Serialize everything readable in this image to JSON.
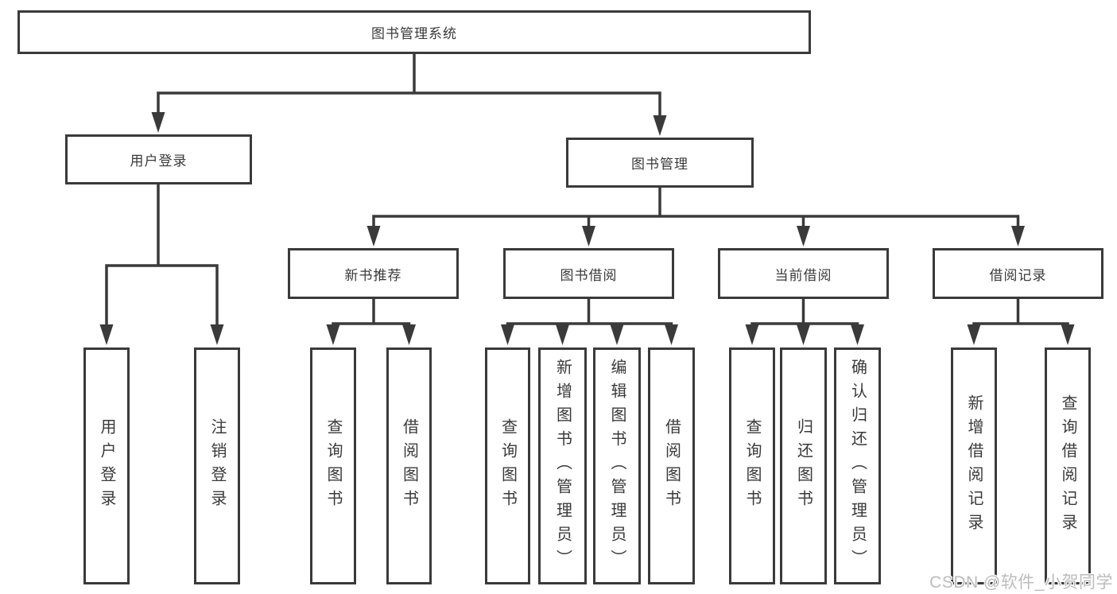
{
  "diagram": {
    "title": "图书管理系统",
    "root": {
      "label": "图书管理系统"
    },
    "level1": [
      {
        "label": "用户登录"
      },
      {
        "label": "图书管理"
      }
    ],
    "level2": [
      {
        "label": "新书推荐",
        "parent": "图书管理"
      },
      {
        "label": "图书借阅",
        "parent": "图书管理"
      },
      {
        "label": "当前借阅",
        "parent": "图书管理"
      },
      {
        "label": "借阅记录",
        "parent": "图书管理"
      }
    ],
    "leaves": [
      {
        "label": "用户登录",
        "parent": "用户登录"
      },
      {
        "label": "注销登录",
        "parent": "用户登录"
      },
      {
        "label": "查询图书",
        "parent": "新书推荐"
      },
      {
        "label": "借阅图书",
        "parent": "新书推荐"
      },
      {
        "label": "查询图书",
        "parent": "图书借阅"
      },
      {
        "label": "新增图书（管理员）",
        "parent": "图书借阅"
      },
      {
        "label": "编辑图书（管理员）",
        "parent": "图书借阅"
      },
      {
        "label": "借阅图书",
        "parent": "图书借阅"
      },
      {
        "label": "查询图书",
        "parent": "当前借阅"
      },
      {
        "label": "归还图书",
        "parent": "当前借阅"
      },
      {
        "label": "确认归还（管理员）",
        "parent": "当前借阅"
      },
      {
        "label": "新增借阅记录",
        "parent": "借阅记录"
      },
      {
        "label": "查询借阅记录",
        "parent": "借阅记录"
      }
    ]
  },
  "colors": {
    "line": "#3a3a3a",
    "text": "#3a3a3a",
    "background": "#ffffff",
    "watermark": "#bcbcbc"
  },
  "watermark": {
    "label": "CSDN @软件_小贺同学"
  }
}
